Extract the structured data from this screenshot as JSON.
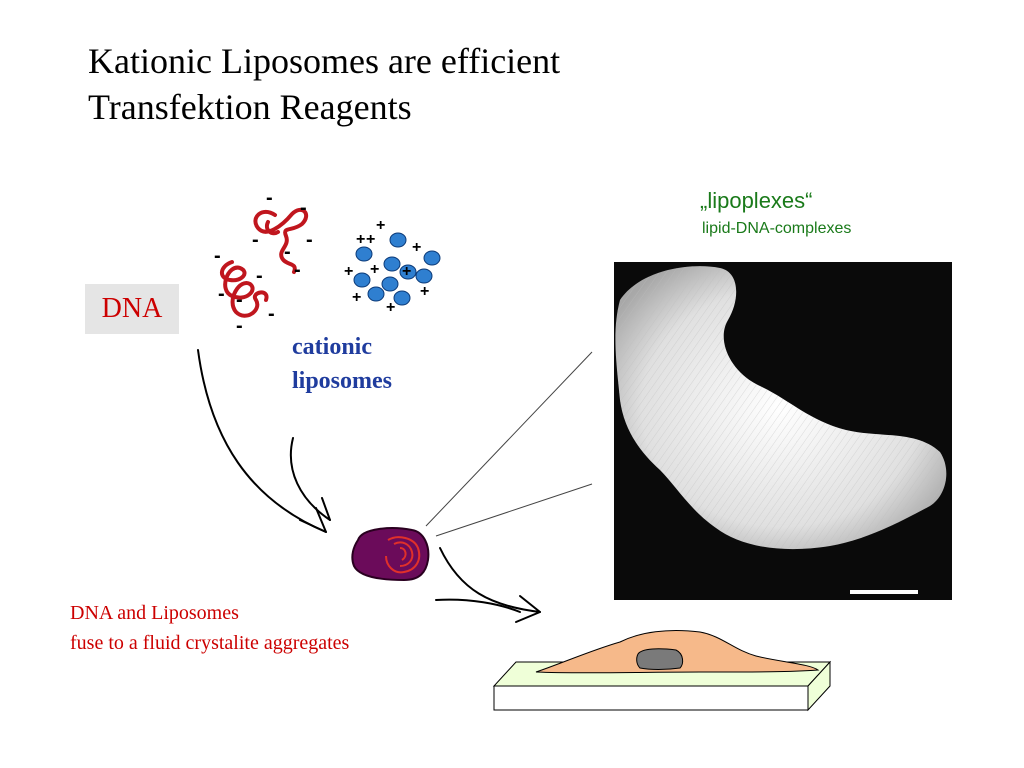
{
  "title": {
    "line1": "Kationic Liposomes are efficient",
    "line2": "Transfektion Reagents"
  },
  "labels": {
    "dna": "DNA",
    "cationic_line1": "cationic",
    "cationic_line2": "liposomes",
    "lipoplexes_title": "„lipoplexes“",
    "lipoplexes_subtitle": "lipid-DNA-complexes",
    "fuse_line1": "DNA and Liposomes",
    "fuse_line2": "fuse to a fluid crystalite aggregates"
  },
  "colors": {
    "dna_strand": "#c0161e",
    "liposome": "#2f7fd0",
    "lipoplex": "#6b0b5a",
    "cell": "#f6b98a",
    "nucleus": "#7a7a7a",
    "slide": "#efffd8",
    "caption_green": "#1a7a1a",
    "cationic_blue": "#1f3c9e"
  }
}
